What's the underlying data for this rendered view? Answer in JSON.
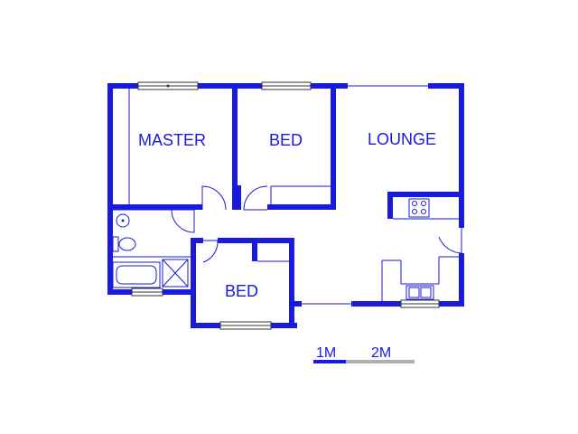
{
  "rooms": {
    "master": "MASTER",
    "bed_top": "BED",
    "lounge": "LOUNGE",
    "bed_bottom": "BED"
  },
  "scale_bar": {
    "label_1": "1M",
    "label_2": "2M",
    "colors": {
      "dark": "#1a1adb",
      "light": "#b0b0b0"
    }
  },
  "colors": {
    "wall": "#1a1adb",
    "background": "#ffffff"
  }
}
